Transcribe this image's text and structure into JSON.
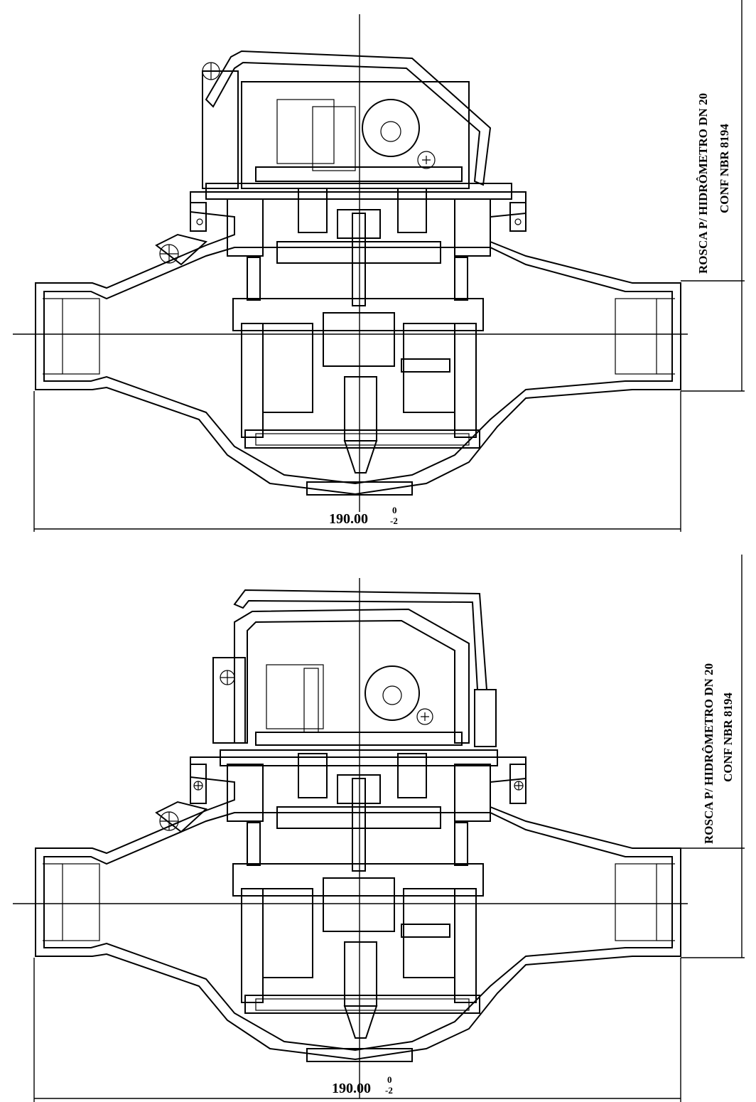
{
  "figures": [
    {
      "id": "top",
      "dimension": {
        "value": "190.00",
        "tolerance_upper": "0",
        "tolerance_lower": "-2"
      },
      "thread_note": {
        "line1": "ROSCA P/ HIDRÔMETRO DN 20",
        "line2": "CONF NBR 8194"
      }
    },
    {
      "id": "bottom",
      "dimension": {
        "value": "190.00",
        "tolerance_upper": "0",
        "tolerance_lower": "-2"
      },
      "thread_note": {
        "line1": "ROSCA P/ HIDRÔMETRO DN 20",
        "line2": "CONF NBR 8194"
      }
    }
  ],
  "colors": {
    "line": "#000000",
    "hatch": "#000000",
    "fill_dark": "#555555",
    "background": "#ffffff"
  }
}
